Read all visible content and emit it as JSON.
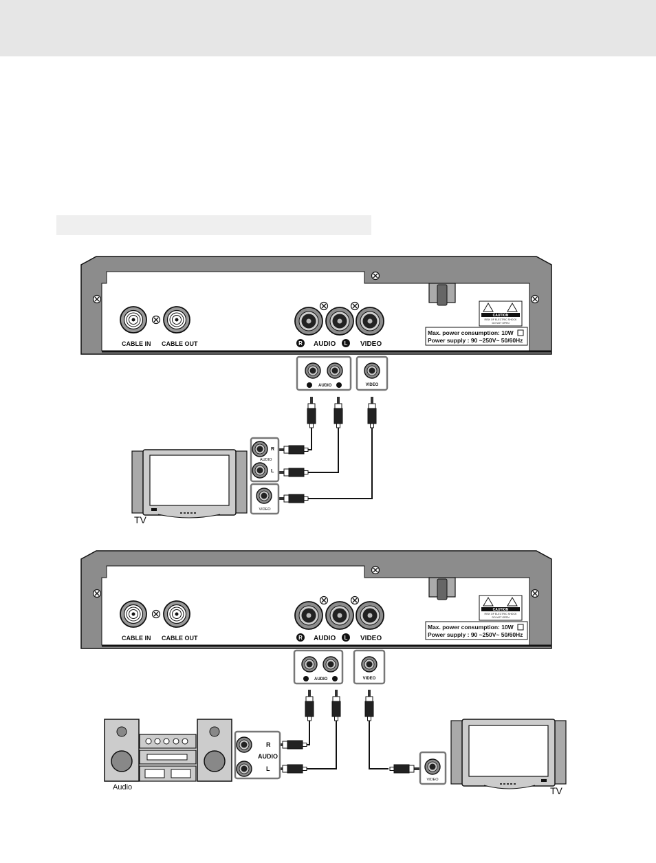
{
  "receiver": {
    "cable_in": "CABLE IN",
    "cable_out": "CABLE OUT",
    "r_mark": "R",
    "l_mark": "L",
    "audio": "AUDIO",
    "video": "VIDEO",
    "caution": "CAUTION",
    "caution_line1": "RISK OF ELECTRIC SHOCK",
    "caution_line2": "DO NOT OPEN",
    "power_consumption": "Max. power consumption: 10W",
    "power_supply": "Power supply : 90 ~250V~ 50/60Hz"
  },
  "jack_panel": {
    "audio": "AUDIO",
    "video": "VIDEO",
    "r": "R",
    "l": "L"
  },
  "diagram1": {
    "tv_label": "TV"
  },
  "diagram2": {
    "audio_label": "Audio",
    "tv_label": "TV"
  },
  "colors": {
    "header_band": "#e6e6e6",
    "section_band": "#efefef",
    "chassis": "#8c8c8c",
    "panel": "#ffffff"
  }
}
